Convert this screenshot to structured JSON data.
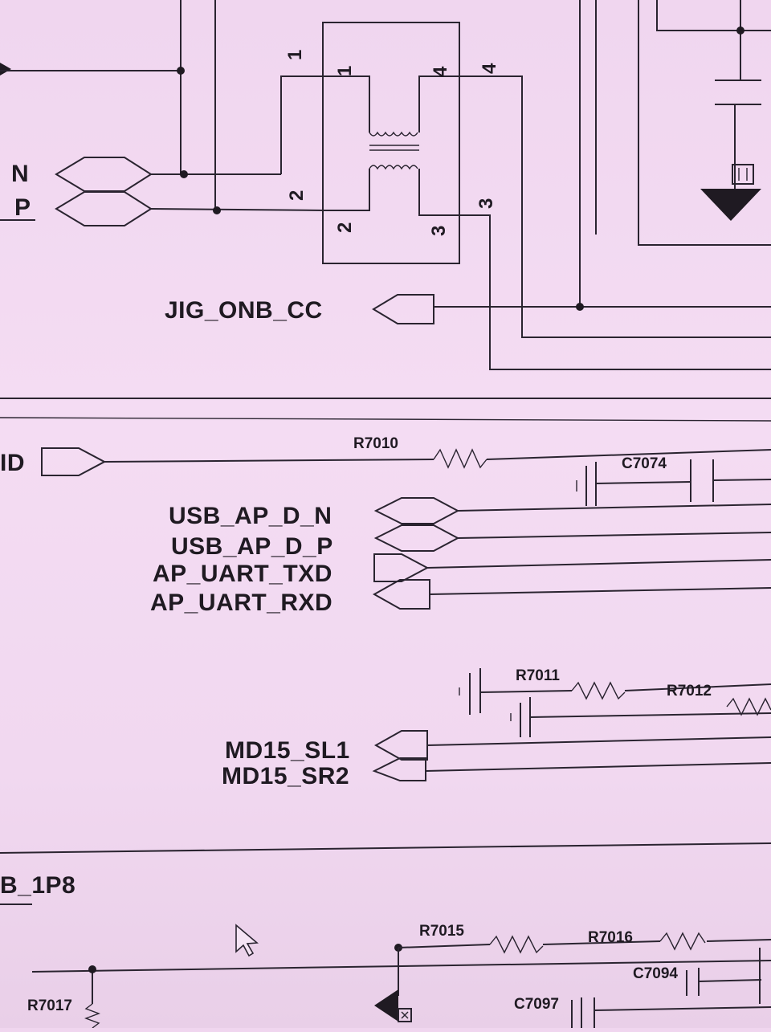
{
  "top_nets": {
    "n": "N",
    "p": "P"
  },
  "transformer": {
    "outer_pins": [
      "1",
      "2",
      "3",
      "4"
    ],
    "inner_pins": [
      "1",
      "2",
      "3",
      "4"
    ],
    "symbol": "transformer-icon"
  },
  "jig_net": "JIG_ONB_CC",
  "id_net_fragment": "ID",
  "resistors": {
    "r7010": "R7010",
    "r7011": "R7011",
    "r7012": "R7012",
    "r7015": "R7015",
    "r7016": "R7016",
    "r7017": "R7017"
  },
  "capacitors": {
    "c7074": "C7074",
    "c7094": "C7094",
    "c7097": "C7097"
  },
  "usb_uart_nets": [
    "USB_AP_D_N",
    "USB_AP_D_P",
    "AP_UART_TXD",
    "AP_UART_RXD"
  ],
  "md_nets": [
    "MD15_SL1",
    "MD15_SR2"
  ],
  "power_net_fragment": "B_1P8",
  "colors": {
    "background": "#f2d9f1",
    "ink": "#1f1a22"
  }
}
